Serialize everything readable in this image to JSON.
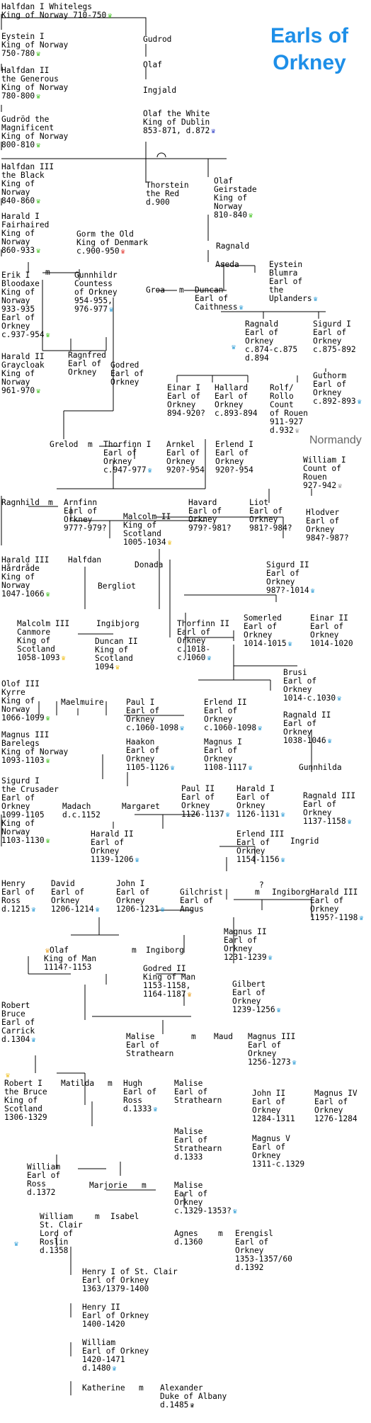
{
  "title": "Earls of\nOrkney",
  "region_label": "Normandy",
  "crown_colors": {
    "green": "#44c423",
    "blue": "#3343c8",
    "red": "#e2332b",
    "yellow": "#f0c020",
    "teal": "#2a9bd6",
    "black": "#000000",
    "gray": "#999999",
    "gold": "#e8a020"
  },
  "people": {
    "halfdan_whitelegs": "Halfdan I Whitelegs\nKing of Norway 710-750",
    "gudrod": "Gudrod",
    "olaf": "Olaf",
    "ingjald": "Ingjald",
    "olaf_white": "Olaf the White\nKing of Dublin\n853-871, d.872",
    "eystein_i": "Eystein I\nKing of Norway\n750-780",
    "halfdan_ii": "Halfdan II\nthe Generous\nKing of Norway\n780-800",
    "gudrod_mag": "Gudröd the\nMagnificent\nKing of Norway\n800-810",
    "halfdan_iii": "Halfdan III\nthe Black\nKing of\nNorway\n840-860",
    "thorstein": "Thorstein\nthe Red\nd.900",
    "olaf_geirstade": "Olaf\nGeirstade\nKing of\nNorway\n810-840",
    "harald_i": "Harald I\nFairhaired\nKing of\nNorway\n860-933",
    "gorm": "Gorm the Old\nKing of Denmark\nc.900-950",
    "ragnald_top": "Ragnald",
    "aseda": "Aseda",
    "eystein_blumra": "Eystein\nBlumra\nEarl of\nthe\nUplanders",
    "erik_i": "Erik I\nBloodaxe\nKing of\nNorway\n933-935\nEarl of\nOrkney\nc.937-954",
    "gunnhildr": "Gunnhildr\nCountess\nof Orkney\n954-955,\n976-977",
    "groa": "Groa",
    "duncan_caith": "Duncan\nEarl of\nCaithness",
    "ragnald_i": "Ragnald\nEarl of\nOrkney\nc.874-c.875\nd.894",
    "sigurd_i_early": "Sigurd I\nEarl of\nOrkney\nc.875-892",
    "harald_ii": "Harald II\nGraycloak\nKing of\nNorway\n961-970",
    "ragnfred": "Ragnfred\nEarl of\nOrkney",
    "godred": "Godred\nEarl of\nOrkney",
    "guthorm": "Guthorm\nEarl of\nOrkney\nc.892-893",
    "einar_i": "Einar I\nEarl of\nOrkney\n894-920?",
    "hallard": "Hallard\nEarl of\nOrkney\nc.893-894",
    "rolf": "Rolf/\nRollo\nCount\nof Rouen\n911-927\nd.932",
    "grelod": "Grelod",
    "thorfinn_i": "Thorfinn I\nEarl of\nOrkney\nc.947-977",
    "arnkel": "Arnkel\nEarl of\nOrkney\n920?-954",
    "erlend_i": "Erlend I\nEarl of\nOrkney\n920?-954",
    "william_rouen": "William I\nCount of\nRouen\n927-942",
    "ragnhild": "Ragnhild",
    "arnfinn": "Arnfinn\nEarl of\nOrkney\n977?-979?",
    "malcolm_ii": "Malcolm II\nKing of\nScotland\n1005-1034",
    "havard": "Havard\nEarl of\nOrkney\n979?-981?",
    "liot": "Liot\nEarl of\nOrkney\n981?-984?",
    "hlodver": "Hlodver\nEarl of\nOrkney\n984?-987?",
    "harald_iii_h": "Harald III\nHårdråde\nKing of\nNorway\n1047-1066",
    "halfdan": "Halfdan",
    "bergliot": "Bergliot",
    "donada": "Donada",
    "sigurd_ii": "Sigurd II\nEarl of\nOrkney\n987?-1014",
    "malcolm_iii": "Malcolm III\nCanmore\nKing of\nScotland\n1058-1093",
    "ingibjorg": "Ingibjorg",
    "thorfinn_ii": "Thorfinn II\nEarl of\nOrkney\nc.1018-\nc.1060",
    "somerled": "Somerled\nEarl of\nOrkney\n1014-1015",
    "einar_ii": "Einar II\nEarl of\nOrkney\n1014-1020",
    "duncan_ii": "Duncan II\nKing of\nScotland\n1094",
    "olof_iii": "Olof III\nKyrre\nKing of\nNorway\n1066-1099",
    "brusi": "Brusi\nEarl of\nOrkney\n1014-c.1030",
    "maelmuire": "Maelmuire",
    "paul_i": "Paul I\nEarl of\nOrkney\nc.1060-1098",
    "erlend_ii": "Erlend II\nEarl of\nOrkney\nc.1060-1098",
    "ragnald_ii": "Ragnald II\nEarl of\nOrkney\n1038-1046",
    "magnus_iii_n": "Magnus III\nBarelegs\nKing of Norway\n1093-1103",
    "haakon": "Haakon\nEarl of\nOrkney\n1105-1126",
    "magnus_i": "Magnus I\nEarl of\nOrkney\n1108-1117",
    "gunnhilda": "Gunnhilda",
    "sigurd_crusader": "Sigurd I\nthe Crusader\nEarl of\nOrkney\n1099-1105\nKing of\nNorway\n1103-1130",
    "madach": "Madach\nd.c.1152",
    "margaret": "Margaret",
    "paul_ii": "Paul II\nEarl of\nOrkney\n1126-1137",
    "harald_i_e": "Harald I\nEarl of\nOrkney\n1126-1131",
    "ragnald_iii": "Ragnald III\nEarl of\nOrkney\n1137-1158",
    "harald_ii_e": "Harald II\nEarl of\nOrkney\n1139-1206",
    "erlend_iii": "Erlend III\nEarl of\nOrkney\n1154-1156",
    "ingrid": "Ingrid",
    "henry_ross": "Henry\nEarl of\nRoss\nd.1215",
    "david": "David\nEarl of\nOrkney\n1206-1214",
    "john_i": "John I\nEarl of\nOrkney\n1206-1231",
    "gilchrist": "Gilchrist\nEarl of\nAngus",
    "question": "?",
    "ingiborg": "Ingiborg",
    "harald_iii_e": "Harald III\nEarl of\nOrkney\n1195?-1198",
    "olaf_man": "Olaf\nKing of Man\n1114?-1153",
    "ingiborg2": "Ingiborg",
    "magnus_ii": "Magnus II\nEarl of\nOrkney\n1231-1239",
    "godred_ii": "Godred II\nKing of Man\n1153-1158,\n1164-1187",
    "gilbert": "Gilbert\nEarl of\nOrkney\n1239-1256",
    "robert_bruce": "Robert\nBruce\nEarl of\nCarrick\nd.1304",
    "malise_strathearn1": "Malise\nEarl of\nStrathearn",
    "maud": "Maud",
    "magnus_iii_e": "Magnus III\nEarl of\nOrkney\n1256-1273",
    "robert_i": "Robert I\nthe Bruce\nKing of\nScotland\n1306-1329",
    "matilda": "Matilda",
    "hugh": "Hugh\nEarl of\nRoss\nd.1333",
    "malise_strathearn2": "Malise\nEarl of\nStrathearn",
    "john_ii": "John II\nEarl of\nOrkney\n1284-1311",
    "magnus_iv": "Magnus IV\nEarl of\nOrkney\n1276-1284",
    "malise_strathearn3": "Malise\nEarl of\nStrathearn\nd.1333",
    "magnus_v": "Magnus V\nEarl of\nOrkney\n1311-c.1329",
    "william_ross": "William\nEarl of\nRoss\nd.1372",
    "marjorie": "Marjorie",
    "malise_orkney": "Malise\nEarl of\nOrkney\nc.1329-1353?",
    "william_stclair": "William\nSt. Clair\nLord of\nRoslin\nd.1358",
    "isabel": "Isabel",
    "agnes": "Agnes\nd.1360",
    "erengisl": "Erengisl\nEarl of\nOrkney\n1353-1357/60\nd.1392",
    "henry_i": "Henry I of St. Clair\nEarl of Orkney\n1363/1379-1400",
    "henry_ii": "Henry II\nEarl of Orkney\n1400-1420",
    "william_orkney": "William\nEarl of Orkney\n1420-1471\nd.1480",
    "katherine": "Katherine",
    "alexander": "Alexander\nDuke of Albany\nd.1485"
  },
  "marriage_symbol": "m"
}
